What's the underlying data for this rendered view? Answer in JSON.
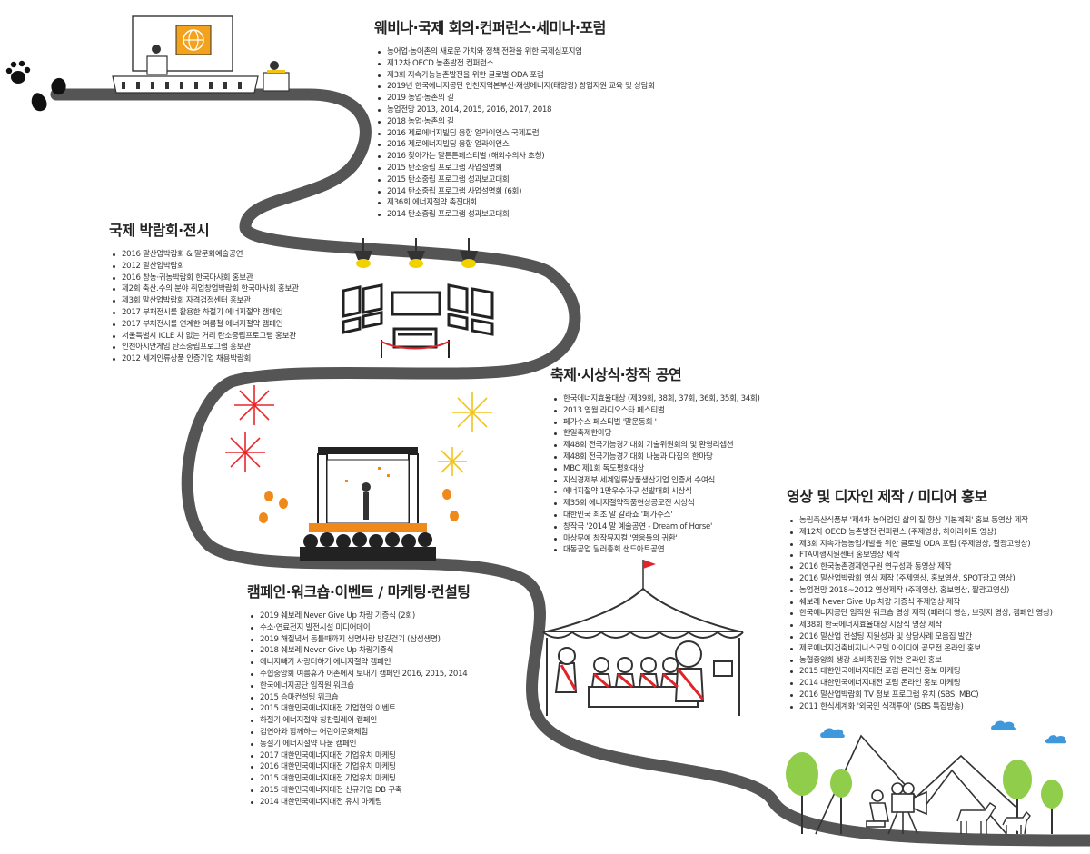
{
  "sections": {
    "webinar": {
      "title": "웨비나·국제 회의·컨퍼런스·세미나·포럼",
      "items": [
        "농어업·농어촌의 새로운 가치와 정책 전환을 위한 국제심포지엄",
        "제12차 OECD 농촌발전 컨퍼런스",
        "제3회 지속가능농촌발전을 위한 글로벌 ODA 포럼",
        "2019년 한국에너지공단 인천지역본부신·재생에너지(태양광) 창업지원 교육 및 상담회",
        "2019 농업·농촌의 길",
        "농업전망 2013, 2014, 2015, 2016, 2017, 2018",
        "2018 농업·농촌의 길",
        "2016 제로에너지빌딩 융합 얼라이언스 국제포럼",
        "2016 제로에너지빌딩 융합 얼라이언스",
        "2016 찾아가는 말튼튼페스티벌 (해외수의사 초청)",
        "2015 탄소중립 프로그램 사업설명회",
        "2015 탄소중립 프로그램 성과보고대회",
        "2014 탄소중립 프로그램 사업설명회 (6회)",
        "제36회 에너지절약 촉진대회",
        "2014 탄소중립 프로그램 성과보고대회"
      ]
    },
    "expo": {
      "title": "국제 박람회·전시",
      "items": [
        "2016 말산업박람회 & 말문화예술공연",
        "2012 말산업박람회",
        "2016 창농·귀농박람회 한국마사회 홍보관",
        "제2회 축산.수의 분야 취업창업박람회 한국마사회 홍보관",
        "제3회 말산업박람회 자격검정센터 홍보관",
        "2017 부채전시를 활용한 하절기 에너지절약 캠페인",
        "2017 부채전시를 연계한 여름철 에너지절약 캠페인",
        "서울특별시 ICLE 차 없는 거리 탄소중립프로그램 홍보관",
        "인천아시안게임 탄소중립프로그램 홍보관",
        "2012 세계인류상품 인증기업 채용박람회"
      ]
    },
    "festival": {
      "title": "축제·시상식·창작 공연",
      "items": [
        "한국에너지효율대상 (제39회, 38회, 37회, 36회, 35회, 34회)",
        "2013 영월 라디오스타 페스티벌",
        "페가수스 페스티벌 '말운동회 '",
        "한일축제한마당",
        "제48회 전국기능경기대회 기술위원회의 및 환영리셉션",
        "제48회 전국기능경기대회 나눔과 다짐의 한마당",
        "MBC 제1회 독도평화대상",
        "지식경제부 세계일류상품생산기업 인증서 수여식",
        "에너지절약 1만우수가구 선발대회 시상식",
        "제35회 에너지절약작품현상공모전 시상식",
        "대한민국 최초 말 갈라쇼 '페가수스'",
        "창작극 '2014 말 예술공연 - Dream of Horse'",
        "마상무예 창작뮤지컬 '영웅들의 귀환'",
        "대동공업 딜러총회 샌드아트공연"
      ]
    },
    "video": {
      "title": "영상 및 디자인 제작 / 미디어 홍보",
      "items": [
        "농림축산식품부 '제4차 농어업인 삶의 질 향상 기본계획' 홍보 동영상 제작",
        "제12차 OECD 농촌발전 컨퍼런스 (주제영상, 하이라이트 영상)",
        "제3회 지속가능농업개발을 위한 글로벌 ODA 포럼 (주제영상, 짤광고영상)",
        "FTA이행지원센터 홍보영상 제작",
        "2016 한국농촌경제연구원 연구성과 동영상 제작",
        "2016 말산업박람회 영상 제작 (주제영상, 홍보영상, SPOT광고 영상)",
        "농업전망 2018~2012 영상제작 (주제영상, 홍보영상, 짤광고영상)",
        "쉐보레 Never Give Up 차량 기증식 주제영상 제작",
        "한국에너지공단 임직원 워크숍 영상 제작 (패러디 영상, 브릿지 영상, 캠페인 영상)",
        "제38회 한국에너지효율대상 시상식 영상 제작",
        "2016 말산업 컨설팅 지원성과 및 상담사례 모음집 발간",
        "제로에너지건축비지니스모델 아이디어 공모전 온라인 홍보",
        "농협중앙회 생강 소비촉진을 위한 온라인 홍보",
        "2015 대한민국에너지대전 포럼 온라인 홍보 마케팅",
        "2014 대한민국에너지대전 포럼 온라인 홍보 마케팅",
        "2016 말산업박람회 TV 정보 프로그램 유치 (SBS, MBC)",
        "2011 한식세계화 '외국인 식객투어' (SBS 특집방송)"
      ]
    },
    "campaign": {
      "title": "캠페인·워크숍·이벤트 / 마케팅·컨설팅",
      "items": [
        "2019 쉐보레 Never Give Up 차량 기증식 (2회)",
        "수소·연료전지 발전시설 미디어데이",
        "2019 해질녘서 동틀때까지 생명사랑 밤길걷기 (삼성생명)",
        "2018 쉐보레 Never Give Up 차량기증식",
        "에너지빼기 사랑더하기 에너지절약 캠페인",
        "수협중앙회 여름휴가 어촌에서 보내기 캠페인 2016, 2015, 2014",
        "한국에너지공단 임직원 워크숍",
        "2015 승마컨설팅 워크숍",
        "2015 대한민국에너지대전 기업협약 이벤트",
        "하절기 에너지절약 칭찬릴레이 캠페인",
        "김연아와 함께하는 어린이문화체험",
        "동절기 에너지절약 나눔 캠페인",
        "2017 대한민국에너지대전 기업유치 마케팅",
        "2016 대한민국에너지대전 기업유치 마케팅",
        "2015 대한민국에너지대전 기업유치 마케팅",
        "2015 대한민국에너지대전 신규기업 DB 구축",
        "2014 대한민국에너지대전 유치 마케팅"
      ]
    }
  },
  "colors": {
    "road": "#555555",
    "tree": "#8fcd4a",
    "cloud": "#3f97dc",
    "firework_red": "#e8272a",
    "firework_yellow": "#f2c31b",
    "balloon": "#ef8a1a",
    "lamp": "#f2d100",
    "flag": "#e0242a"
  },
  "icons": [
    "paw-icon",
    "footprint-icon",
    "globe-icon",
    "spotlight-icon",
    "firework-icon",
    "balloon-icon",
    "tent-icon",
    "flag-icon",
    "camera-icon",
    "horse-icon",
    "tree-icon",
    "cloud-icon",
    "mountain-icon"
  ]
}
